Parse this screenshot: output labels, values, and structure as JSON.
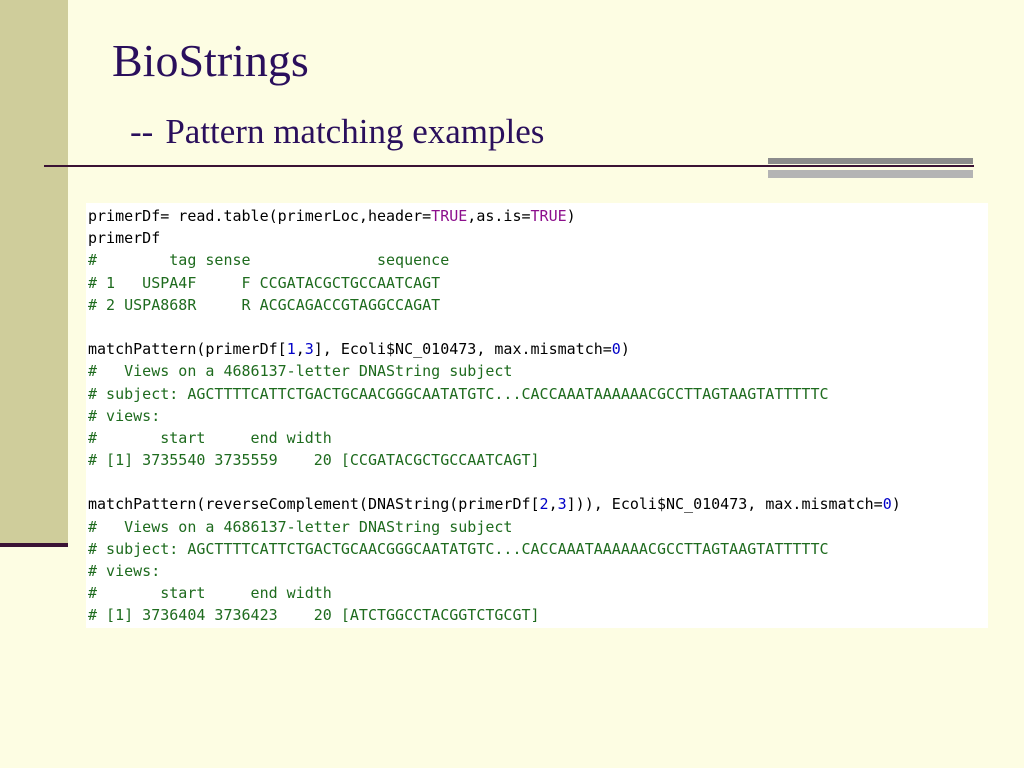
{
  "slide": {
    "title": "BioStrings",
    "subtitle_prefix": "--",
    "subtitle": "Pattern matching examples"
  },
  "colors": {
    "background": "#fdfde3",
    "left_bar": "#cfcd9b",
    "title_text": "#2a0f5c",
    "comment_text": "#1e6b1e",
    "keyword_text": "#8c0f8c",
    "number_text": "#0000c8"
  },
  "code": {
    "l1": {
      "a": "primerDf= read.table(primerLoc,header=",
      "b": "TRUE",
      "c": ",as.is=",
      "d": "TRUE",
      "e": ")"
    },
    "l2": "primerDf",
    "l3": "#        tag sense              sequence",
    "l4": "# 1   USPA4F     F CCGATACGCTGCCAATCAGT",
    "l5": "# 2 USPA868R     R ACGCAGACCGTAGGCCAGAT",
    "l7": {
      "a": "matchPattern(primerDf[",
      "b": "1",
      "c": ",",
      "d": "3",
      "e": "], Ecoli$NC_010473, max.mismatch=",
      "f": "0",
      "g": ")"
    },
    "l8": "#   Views on a 4686137-letter DNAString subject",
    "l9": "# subject: AGCTTTTCATTCTGACTGCAACGGGCAATATGTC...CACCAAATAAAAAACGCCTTAGTAAGTATTTTTC",
    "l10": "# views:",
    "l11": "#       start     end width",
    "l12": "# [1] 3735540 3735559    20 [CCGATACGCTGCCAATCAGT]",
    "l14": {
      "a": "matchPattern(reverseComplement(DNAString(primerDf[",
      "b": "2",
      "c": ",",
      "d": "3",
      "e": "])), Ecoli$NC_010473, max.mismatch=",
      "f": "0",
      "g": ")"
    },
    "l15": "#   Views on a 4686137-letter DNAString subject",
    "l16": "# subject: AGCTTTTCATTCTGACTGCAACGGGCAATATGTC...CACCAAATAAAAAACGCCTTAGTAAGTATTTTTC",
    "l17": "# views:",
    "l18": "#       start     end width",
    "l19": "# [1] 3736404 3736423    20 [ATCTGGCCTACGGTCTGCGT]"
  }
}
